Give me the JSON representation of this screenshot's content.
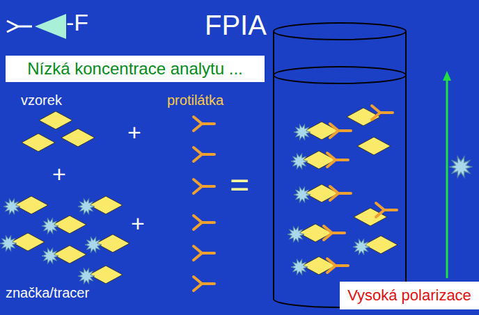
{
  "diagram": {
    "title": "FPIA",
    "nodes": [
      {
        "text": [
          "Nízká koncentrace analytu ..."
        ]
      },
      {
        "text": [
          "Vysoká polarizace"
        ]
      }
    ],
    "labels": [
      "-F",
      "vzorek",
      "protilátka",
      "+",
      "+",
      "+",
      "=",
      "značka/tracer"
    ]
  }
}
